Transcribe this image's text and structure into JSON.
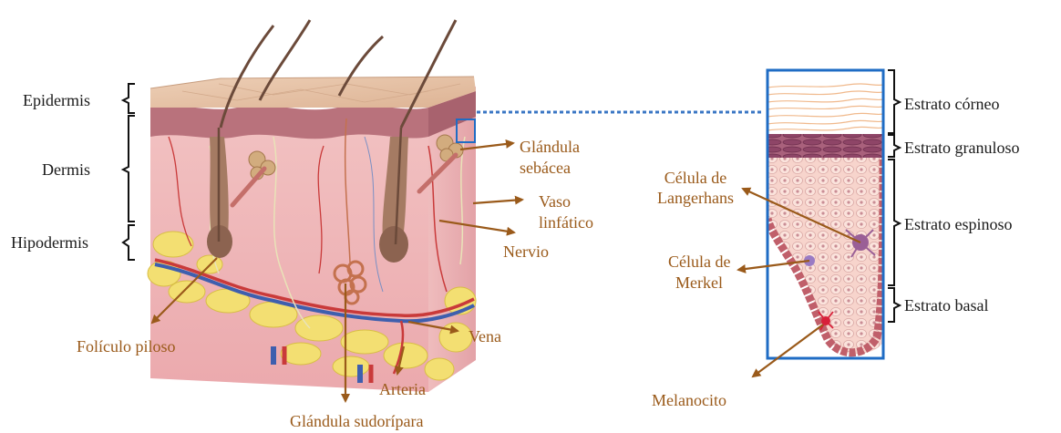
{
  "colors": {
    "annotation": "#9a5a1a",
    "bracket": "#111111",
    "zoom_frame": "#1f6cc4",
    "zoom_line": "#3a76c4",
    "skin_surface": "#e8c2a5",
    "epidermis_layer": "#b9727c",
    "dermis": "#efb7b9",
    "hypodermis_fat": "#f3df72"
  },
  "layers_left": {
    "epidermis": "Epidermis",
    "dermis": "Dermis",
    "hypodermis": "Hipodermis"
  },
  "structures": {
    "sebaceous_1": "Glándula",
    "sebaceous_2": "sebácea",
    "lymph_1": "Vaso",
    "lymph_2": "linfático",
    "nerve": "Nervio",
    "vein": "Vena",
    "artery": "Arteria",
    "follicle": "Folículo piloso",
    "sweat_gland": "Glándula sudorípara"
  },
  "zoom_cells": {
    "langerhans_1": "Célula de",
    "langerhans_2": "Langerhans",
    "merkel_1": "Célula de",
    "merkel_2": "Merkel",
    "melanocyte": "Melanocito"
  },
  "strata": {
    "corneum": "Estrato córneo",
    "granulosum": "Estrato granuloso",
    "spinosum": "Estrato espinoso",
    "basale": "Estrato basal"
  }
}
